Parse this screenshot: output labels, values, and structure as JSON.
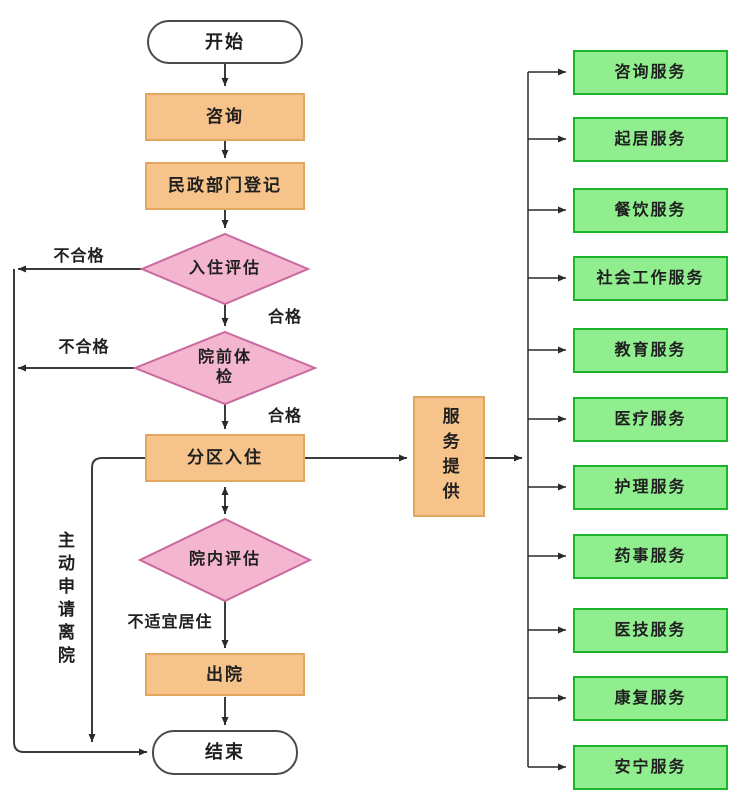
{
  "colors": {
    "process_fill": "#F6C48B",
    "process_border": "#E2A75F",
    "decision_fill": "#F4B6CF",
    "decision_border": "#C9699E",
    "service_fill": "#90EE8E",
    "service_border": "#1CB42B",
    "terminator_fill": "#FFFFFF",
    "line_color": "#3C3C3C",
    "text_color": "#1F1F1F"
  },
  "flow": {
    "start": "开始",
    "consult": "咨询",
    "register": "民政部门登记",
    "entry_assessment": "入住评估",
    "pre_admission_checkup": "院前体检",
    "zoned_admission": "分区入住",
    "in_house_assessment": "院内评估",
    "discharge": "出院",
    "end": "结束",
    "service_provision": "服务提供"
  },
  "edge_labels": {
    "fail_1": "不合格",
    "fail_2": "不合格",
    "pass_1": "合格",
    "pass_2": "合格",
    "unsuitable": "不适宜居住",
    "voluntary_leave": "主动申请离院"
  },
  "services": [
    "咨询服务",
    "起居服务",
    "餐饮服务",
    "社会工作服务",
    "教育服务",
    "医疗服务",
    "护理服务",
    "药事服务",
    "医技服务",
    "康复服务",
    "安宁服务"
  ]
}
